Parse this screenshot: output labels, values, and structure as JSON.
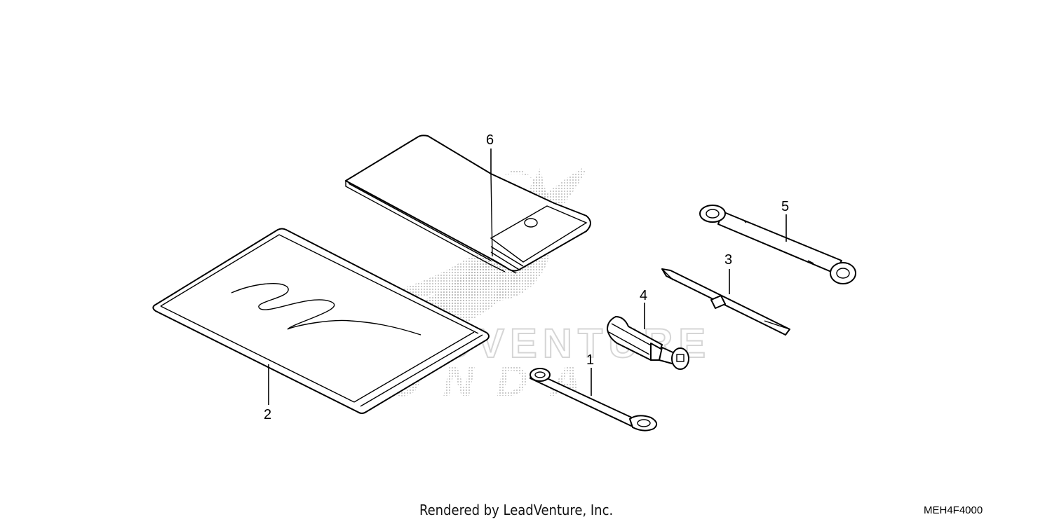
{
  "callouts": [
    {
      "id": "1",
      "text": "1"
    },
    {
      "id": "2",
      "text": "2"
    },
    {
      "id": "3",
      "text": "3"
    },
    {
      "id": "4",
      "text": "4"
    },
    {
      "id": "5",
      "text": "5"
    },
    {
      "id": "6",
      "text": "6"
    }
  ],
  "footer": {
    "credit": "Rendered by LeadVenture, Inc.",
    "diagram_code": "MEH4F4000"
  },
  "watermark": {
    "brand": "HONDA",
    "dealer": "LEADVENTURE",
    "icon": "honda-wing-logo"
  },
  "colors": {
    "line": "#000000",
    "background": "#ffffff",
    "watermark": "#9a9a9a"
  }
}
